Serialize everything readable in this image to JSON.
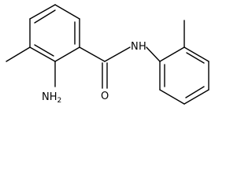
{
  "molecule": {
    "atoms": {
      "amine_N": "NH",
      "amine_sub": "2",
      "amide_N": "N",
      "amide_H": "H",
      "carbonyl_O": "O"
    }
  },
  "colors": {
    "bond": "#000000",
    "background": "#ffffff"
  }
}
